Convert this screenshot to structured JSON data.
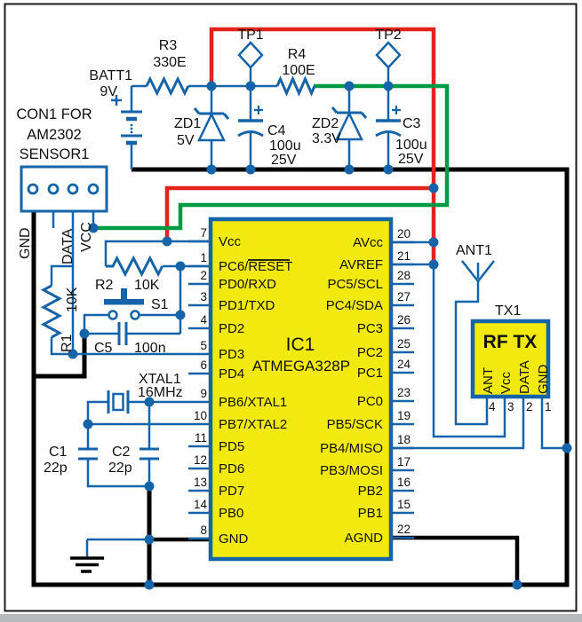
{
  "colors": {
    "wire": "#1563a8",
    "supply_red": "#e3231c",
    "supply_green": "#009a44",
    "ground": "#000000",
    "ic_fill": "#f2ea0f",
    "ic_border": "#1563a8",
    "footer_bar": "#b6babc"
  },
  "con1": {
    "title1": "CON1 FOR",
    "title2": "AM2302",
    "title3": "SENSOR1",
    "pin_gnd": "GND",
    "pin_data": "DATA",
    "pin_vcc": "VCC"
  },
  "components": {
    "batt1": {
      "ref": "BATT1",
      "value": "9V"
    },
    "r1": {
      "ref": "R1",
      "value": "10K"
    },
    "r2": {
      "ref": "R2",
      "value": "10K"
    },
    "r3": {
      "ref": "R3",
      "value": "330E"
    },
    "r4": {
      "ref": "R4",
      "value": "100E"
    },
    "c1": {
      "ref": "C1",
      "value": "22p"
    },
    "c2": {
      "ref": "C2",
      "value": "22p"
    },
    "c3": {
      "ref": "C3",
      "value_uf": "100u",
      "value_v": "25V"
    },
    "c4": {
      "ref": "C4",
      "value_uf": "100u",
      "value_v": "25V"
    },
    "c5": {
      "ref": "C5",
      "value": "100n"
    },
    "zd1": {
      "ref": "ZD1",
      "value": "5V"
    },
    "zd2": {
      "ref": "ZD2",
      "value": "3.3V"
    },
    "s1": {
      "ref": "S1"
    },
    "xtal1": {
      "ref": "XTAL1",
      "value": "16MHz"
    },
    "tp1": {
      "ref": "TP1"
    },
    "tp2": {
      "ref": "TP2"
    },
    "ant1": {
      "ref": "ANT1"
    }
  },
  "ic1": {
    "ref": "IC1",
    "part": "ATMEGA328P",
    "left_pins": [
      {
        "num": "7",
        "name": "Vcc"
      },
      {
        "num": "1",
        "name": "PC6/RESET"
      },
      {
        "num": "2",
        "name": "PD0/RXD"
      },
      {
        "num": "3",
        "name": "PD1/TXD"
      },
      {
        "num": "4",
        "name": "PD2"
      },
      {
        "num": "5",
        "name": "PD3"
      },
      {
        "num": "6",
        "name": "PD4"
      },
      {
        "num": "9",
        "name": "PB6/XTAL1"
      },
      {
        "num": "10",
        "name": "PB7/XTAL2"
      },
      {
        "num": "11",
        "name": "PD5"
      },
      {
        "num": "12",
        "name": "PD6"
      },
      {
        "num": "13",
        "name": "PD7"
      },
      {
        "num": "14",
        "name": "PB0"
      },
      {
        "num": "8",
        "name": "GND"
      }
    ],
    "right_pins": [
      {
        "num": "20",
        "name": "AVcc"
      },
      {
        "num": "21",
        "name": "AVREF"
      },
      {
        "num": "28",
        "name": "PC5/SCL"
      },
      {
        "num": "27",
        "name": "PC4/SDA"
      },
      {
        "num": "26",
        "name": "PC3"
      },
      {
        "num": "25",
        "name": "PC2"
      },
      {
        "num": "24",
        "name": "PC1"
      },
      {
        "num": "23",
        "name": "PC0"
      },
      {
        "num": "19",
        "name": "PB5/SCK"
      },
      {
        "num": "18",
        "name": "PB4/MISO"
      },
      {
        "num": "17",
        "name": "PB3/MOSI"
      },
      {
        "num": "16",
        "name": "PB2"
      },
      {
        "num": "15",
        "name": "PB1"
      },
      {
        "num": "22",
        "name": "AGND"
      }
    ]
  },
  "tx1": {
    "ref": "TX1",
    "name": "RF TX",
    "pins": [
      {
        "num": "4",
        "name": "ANT"
      },
      {
        "num": "3",
        "name": "Vcc"
      },
      {
        "num": "2",
        "name": "DATA"
      },
      {
        "num": "1",
        "name": "GND"
      }
    ]
  },
  "misc": {
    "plus": "+"
  }
}
